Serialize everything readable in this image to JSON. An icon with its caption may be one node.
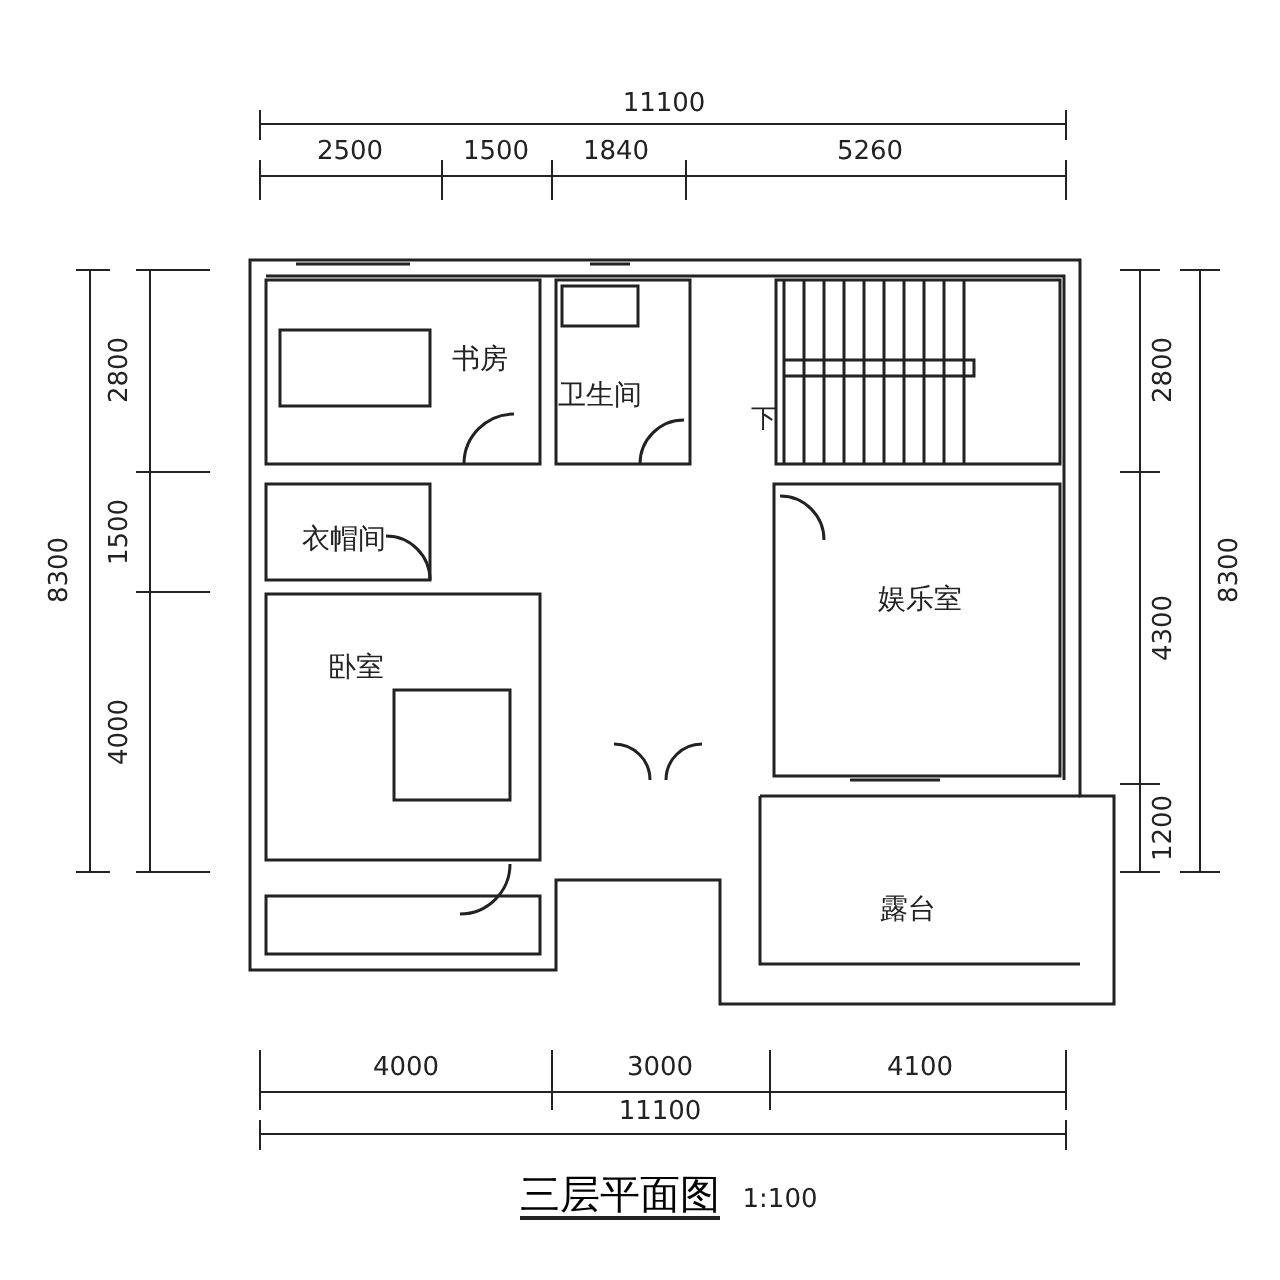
{
  "diagram": {
    "title": "三层平面图",
    "labels": [
      "11100",
      "2500",
      "1500",
      "1840",
      "5260",
      "2800",
      "2800",
      "书房",
      "卫生间",
      "下",
      "1500",
      "衣帽间",
      "8300",
      "8300",
      "4300",
      "娱乐室",
      "卧室",
      "4000",
      "1200",
      "露台",
      "4000",
      "3000",
      "4100",
      "11100",
      "1:100"
    ]
  }
}
